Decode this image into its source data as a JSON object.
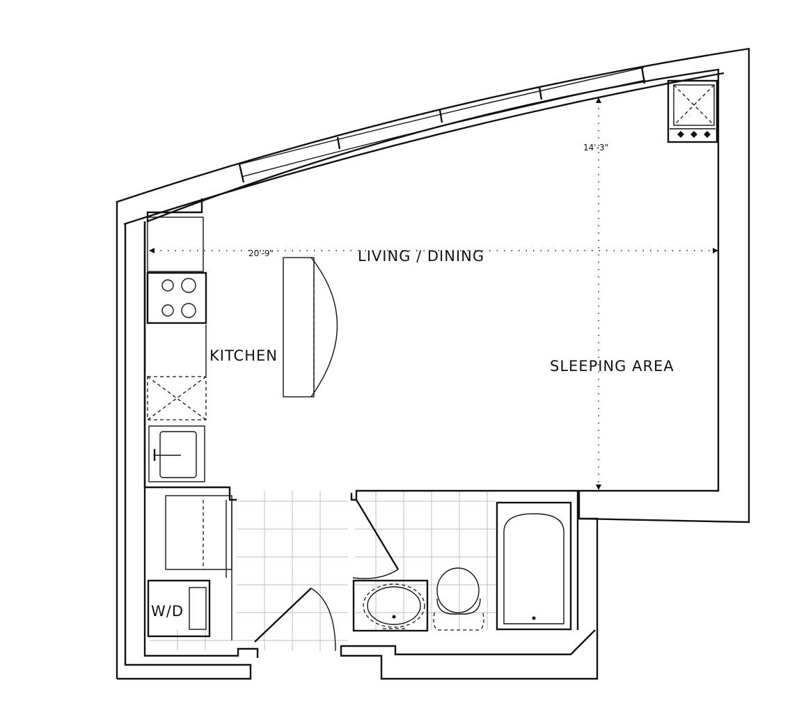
{
  "labels": {
    "living_dining": "LIVING / DINING",
    "kitchen": "KITCHEN",
    "sleeping_area": "SLEEPING AREA",
    "washer_dryer": "W/D"
  },
  "dimensions": {
    "width": "20'-9\"",
    "depth": "14'-3\""
  }
}
